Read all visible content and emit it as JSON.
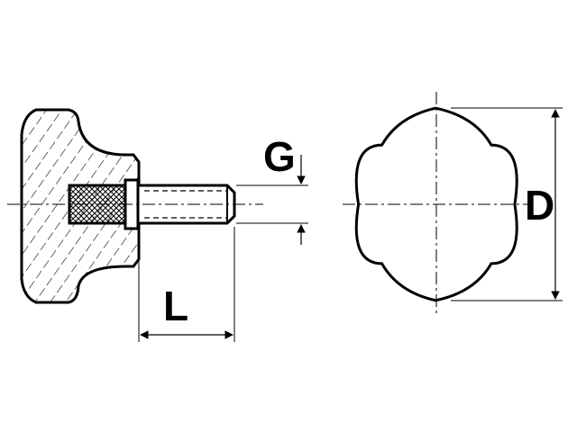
{
  "dimensions": {
    "thread": "G",
    "length": "L",
    "diameter": "D"
  }
}
